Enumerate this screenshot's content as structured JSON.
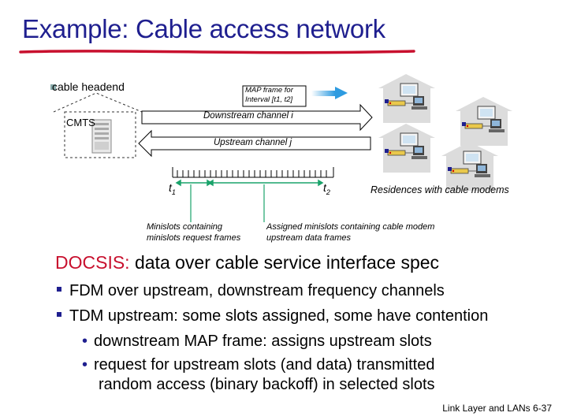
{
  "title": "Example: Cable access network",
  "diagram": {
    "headend_label": "cable headend",
    "cmts_label": "CMTS",
    "map_frame_label_line1": "MAP frame for",
    "map_frame_label_line2": "Interval [t1, t2]",
    "downstream_label": "Downstream channel i",
    "upstream_label": "Upstream channel j",
    "t1_label": "t",
    "t1_sub": "1",
    "t2_label": "t",
    "t2_sub": "2",
    "residences_label": "Residences with cable modems",
    "minislots_request_line1": "Minislots containing",
    "minislots_request_line2": "minislots request frames",
    "assigned_minislots_line1": "Assigned minislots containing cable modem",
    "assigned_minislots_line2": "upstream data frames"
  },
  "docsis": {
    "term": "DOCSIS:",
    "definition": " data over cable service interface spec"
  },
  "bullets": [
    "FDM over upstream, downstream frequency channels",
    "TDM upstream: some slots assigned, some have contention"
  ],
  "sub_bullets": [
    "downstream MAP frame: assigns upstream slots",
    "request for upstream slots (and data) transmitted",
    "random access (binary backoff) in selected slots"
  ],
  "footer": "Link Layer and LANs  6-37",
  "colors": {
    "title": "#1f1f8f",
    "underline": "#c8102e",
    "docsis_term": "#c8102e",
    "map_arrow": "#2e9be0",
    "timeline_green": "#1aa36b"
  }
}
